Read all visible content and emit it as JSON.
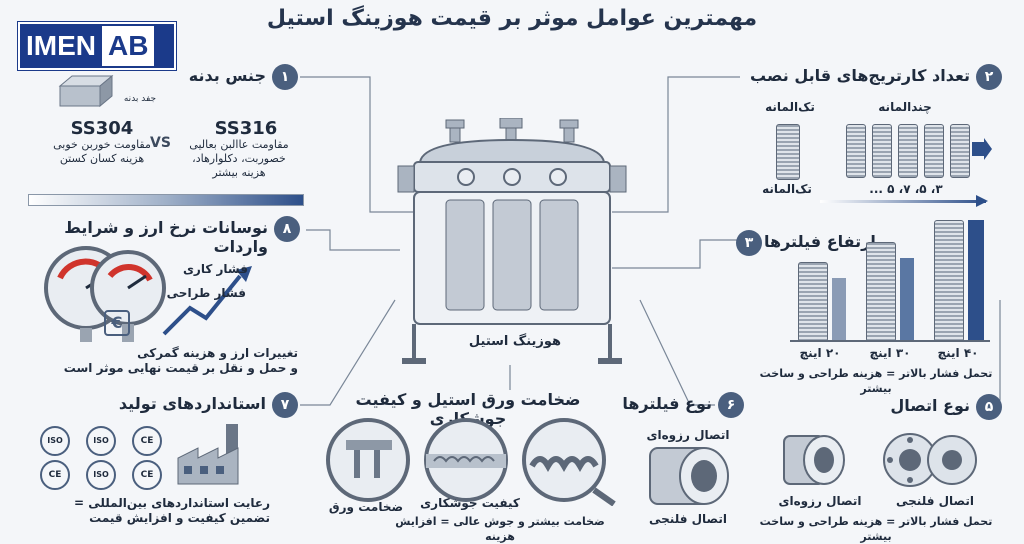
{
  "title": "مهمترین عوامل موثر بر قیمت هوزینگ استیل",
  "logo": {
    "part1": "IMEN",
    "part2": "AB"
  },
  "center": {
    "label": "هوزینگ استیل"
  },
  "s1": {
    "num": "۱",
    "heading": "جنس بدنه",
    "thickness_label": "جفد بدنه",
    "ss304": "SS304",
    "ss304_desc": [
      "مقاومت خوربن خوبی",
      "هزینه کسان کستن"
    ],
    "vs": "VS",
    "ss316": "SS316",
    "ss316_desc": [
      "مقاومت عاالبن بعالیی",
      "خصوربت، دکلوارهاد،",
      "هزینه بیشتر"
    ]
  },
  "s2": {
    "num": "۲",
    "heading": "تعداد کارتریج‌های قابل نصب",
    "single_top": "تک‌المانه",
    "multi_top": "چندالمانه",
    "single_bottom": "تک‌المانه",
    "multi_bottom": "۳، ۵، ۷، ۵ ..."
  },
  "s3": {
    "num": "۳",
    "heading": "ارتفاع فیلترها",
    "l20": "۲۰ اینچ",
    "l30": "۳۰ اینچ",
    "l40": "۴۰ اینچ",
    "note": "تحمل فشار بالاتر = هزینه طراحی و ساخت بیشتر"
  },
  "s5": {
    "num": "۵",
    "heading": "نوع اتصال",
    "threaded": "اتصال رزوه‌ای",
    "flanged": "اتصال فلنجی",
    "note": "تحمل فشار بالاتر = هزینه طراحی و ساخت بیشتر"
  },
  "s6": {
    "num": "۶",
    "heading": "نوع فیلترها",
    "threaded": "اتصال رزوه‌ای",
    "flanged": "اتصال فلنجی"
  },
  "s_mid": {
    "heading": "ضخامت ورق استیل و کیفیت جوشکاری",
    "sheet": "ضخامت ورق",
    "weld": "کیفیت جوشکاری",
    "note": "ضخامت بیشتر و جوش عالی = افزایش هزینه"
  },
  "s7": {
    "num": "۷",
    "heading": "استانداردهای تولید",
    "iso": "ISO",
    "ce": "CE",
    "note": [
      "رعایت استانداردهای بین‌المللی =",
      "تضمین کیفیت و افزایش قیمت"
    ]
  },
  "s8": {
    "num": "۸",
    "heading": "نوسانات نرخ ارز و شرایط واردات",
    "work_pressure": "فشار کاری",
    "design_pressure": "فشار طراحی",
    "euro": "€",
    "note": [
      "تغییرات ارز و هزینه گمرکی",
      "و حمل و نقل بر قیمت نهایی موثر است"
    ]
  },
  "colors": {
    "accent": "#2d4f8a",
    "badge": "#4a5f7e",
    "red": "#d0342c"
  }
}
